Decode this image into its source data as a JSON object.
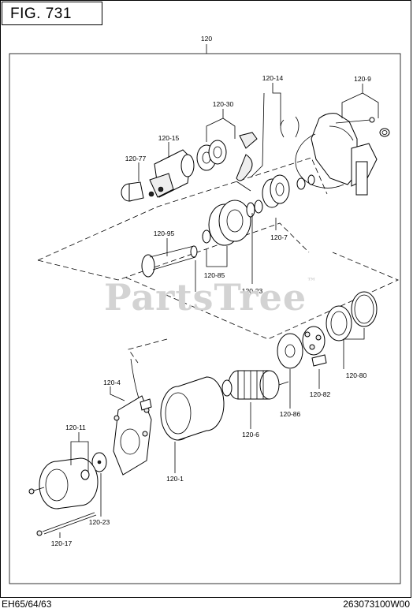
{
  "figure": {
    "title": "FIG. 731",
    "model": "EH65/64/63",
    "doc_number": "263073100W00",
    "watermark": "PartsTree",
    "watermark_tm": "™"
  },
  "callouts": {
    "c120": "120",
    "c120_14": "120-14",
    "c120_9": "120-9",
    "c120_30": "120-30",
    "c120_15": "120-15",
    "c120_77": "120-77",
    "c120_95": "120-95",
    "c120_85": "120-85",
    "c120_7": "120-7",
    "c120_23a": "120-23",
    "c120_4": "120-4",
    "c120_11": "120-11",
    "c120_23b": "120-23",
    "c120_17": "120-17",
    "c120_1": "120-1",
    "c120_6": "120-6",
    "c120_86": "120-86",
    "c120_82": "120-82",
    "c120_80": "120-80"
  }
}
